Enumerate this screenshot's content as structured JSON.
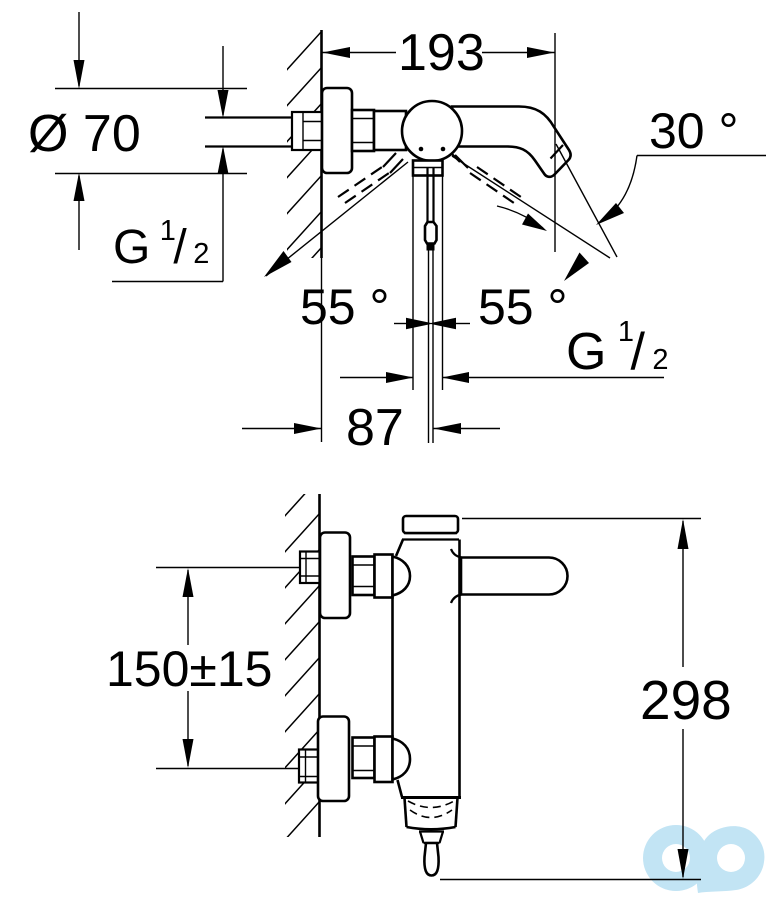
{
  "watermark": {
    "color": "#c2e4f4"
  },
  "views": {
    "front": {
      "labels": {
        "flange_diameter": "Ø 70",
        "spout_reach": "193",
        "spout_angle": "30 °",
        "swing_left": "55 °",
        "swing_right": "55 °",
        "outlet_offset": "87",
        "inlet_thread": {
          "prefix": "G",
          "numerator": "1",
          "slash": "/",
          "denominator": "2"
        },
        "outlet_thread": {
          "prefix": "G",
          "numerator": "1",
          "slash": "/",
          "denominator": "2"
        }
      }
    },
    "side": {
      "labels": {
        "connection_centers": "150±15",
        "overall_height": "298"
      }
    }
  }
}
